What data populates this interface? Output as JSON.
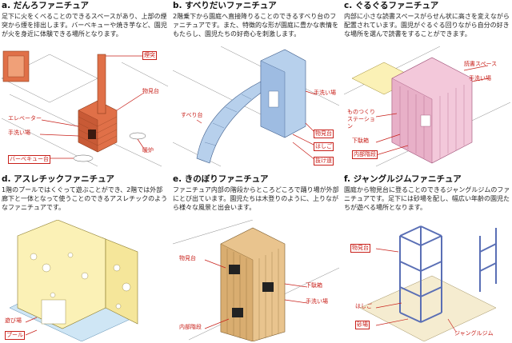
{
  "panels": [
    {
      "title": "a. だんろファニチュア",
      "desc": "足下に火をくべることのできるスペースがあり、上部の煙突から煙を排出します。バーベキューや焼き芋など、園児が火を身近に体験できる場所となります。",
      "labels": [
        "煙突",
        "物見台",
        "エレベーター",
        "手洗い場",
        "暖炉",
        "バーベキュー台"
      ]
    },
    {
      "title": "b. すべりだいファニチュア",
      "desc": "2階乗下から園庭へ直接降りることのできるすべり台のファニチュアです。また、特徴的な形が園庭に豊かな表情をもたらし、園児たちの好奇心を刺激します。",
      "labels": [
        "すべり台",
        "手洗い場",
        "物見台",
        "はしご",
        "抜け道"
      ]
    },
    {
      "title": "c. ぐるぐるファニチュア",
      "desc": "内部に小さな読書スペースがらせん状に高さを変えながら配置されています。園児がぐるぐる回りながら自分の好きな場所を選んで読書をすることができます。",
      "labels": [
        "読書スペース",
        "手洗い場",
        "ものつくり ステーション",
        "下駄箱",
        "内部階段"
      ]
    },
    {
      "title": "d. アスレチックファニチュア",
      "desc": "1階のプールではくぐって遊ぶことができ、2階では外部廊下と一体となって使うことのできるアスレチックのようなファニチュアです。",
      "labels": [
        "遊び場",
        "プール"
      ]
    },
    {
      "title": "e. きのぼりファニチュア",
      "desc": "ファニチュア内部の階段からところどころで踊り場が外部にとび出ています。園児たちは木登りのように、上りながら様々な風景と出会います。",
      "labels": [
        "物見台",
        "下駄箱",
        "手洗い場",
        "内部階段"
      ]
    },
    {
      "title": "f. ジャングルジムファニチュア",
      "desc": "園庭から物見台に登ることのできるジャングルジムのファニチュアです。足下には砂場を配し、幅広い年齢の園児たちが遊べる場所となります。",
      "labels": [
        "物見台",
        "はしご",
        "砂場",
        "ジャングルジム"
      ]
    }
  ],
  "colors": {
    "label": "#c8201a",
    "brick": "#e07048",
    "blue": "#b7d0ec",
    "pink": "#f3c8da",
    "yellow": "#fbf1b6",
    "wood": "#e9c48e",
    "navy": "#5a6fb5"
  }
}
